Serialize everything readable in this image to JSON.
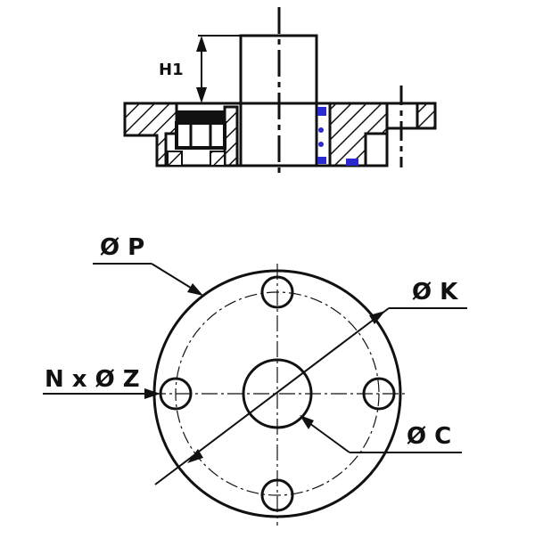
{
  "diagram": {
    "labels": {
      "h1": "H1",
      "p": "Ø P",
      "k": "Ø K",
      "nz": "N x Ø Z",
      "c": "Ø C"
    },
    "colors": {
      "line": "#111111",
      "seal": "#2a2ad0",
      "background": "#ffffff"
    }
  }
}
